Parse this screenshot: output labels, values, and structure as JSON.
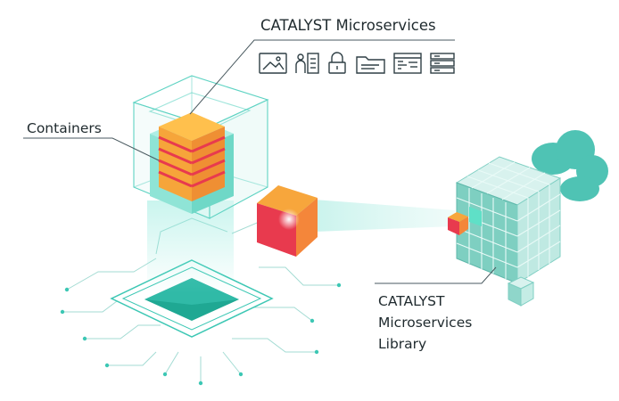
{
  "labels": {
    "microservices": "CATALYST Microservices",
    "containers": "Containers",
    "library_line1": "CATALYST",
    "library_line2": "Microservices",
    "library_line3": "Library"
  },
  "icons": [
    "image-icon",
    "id-card-icon",
    "lock-icon",
    "folder-icon",
    "code-panel-icon",
    "server-icon"
  ],
  "colors": {
    "teal": "#3cc7b4",
    "teal_dark": "#1f9d8c",
    "teal_light": "#bff0e9",
    "cube_face": "#d8f2ee",
    "orange": "#f6a53a",
    "red": "#e83a4e",
    "line": "#4a5a60",
    "text": "#1f2a2e"
  }
}
